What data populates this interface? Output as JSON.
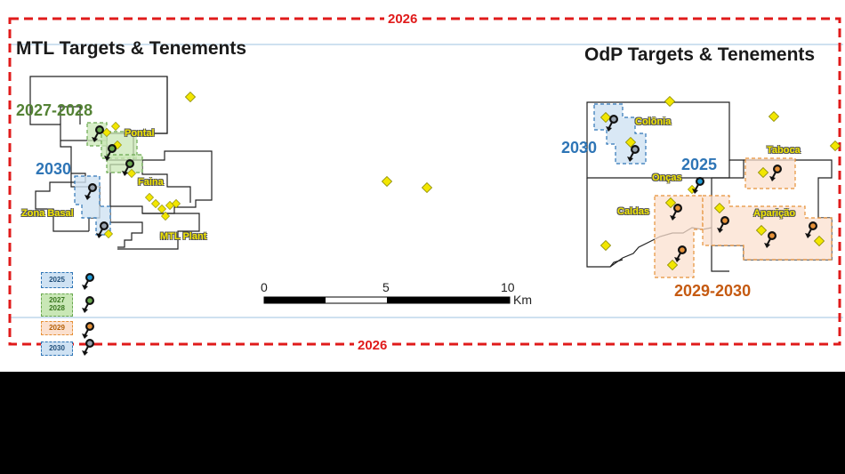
{
  "frame_year_top": "2026",
  "frame_year_bottom": "2026",
  "titles": {
    "left": "MTL Targets & Tenements",
    "right": "OdP Targets & Tenements"
  },
  "years": {
    "mtl_2027_2028": "2027-2028",
    "mtl_2030": "2030",
    "odp_2030": "2030",
    "odp_2025": "2025",
    "odp_2029_2030": "2029-2030"
  },
  "targets": {
    "pontal": "Pontal",
    "faina": "Faina",
    "zona_basal": "Zona Basal",
    "mtl_plant": "MTL Plant",
    "colonia": "Colônia",
    "taboca": "Taboca",
    "oncas": "Onças",
    "caldas": "Caldas",
    "aparicao": "Aparição"
  },
  "scale_bar": {
    "ticks": [
      "0",
      "5",
      "10"
    ],
    "unit": "Km"
  },
  "legend": [
    {
      "line1": "2025",
      "line2": "",
      "pin": "blue-pin-icon"
    },
    {
      "line1": "2027",
      "line2": "2028",
      "pin": "green-pin-icon"
    },
    {
      "line1": "2029",
      "line2": "",
      "pin": "orange-pin-icon"
    },
    {
      "line1": "2030",
      "line2": "",
      "pin": "gray-pin-icon"
    }
  ],
  "colors": {
    "frame": "#e01b1b",
    "year_green": "#548235",
    "year_blue": "#2e75b6",
    "year_orange": "#c55a11",
    "target_yellow": "#f2e600",
    "pin_blue": "#1f9bd7",
    "pin_green": "#6aa84f",
    "pin_orange": "#e69138",
    "pin_gray": "#9aa5b1"
  }
}
